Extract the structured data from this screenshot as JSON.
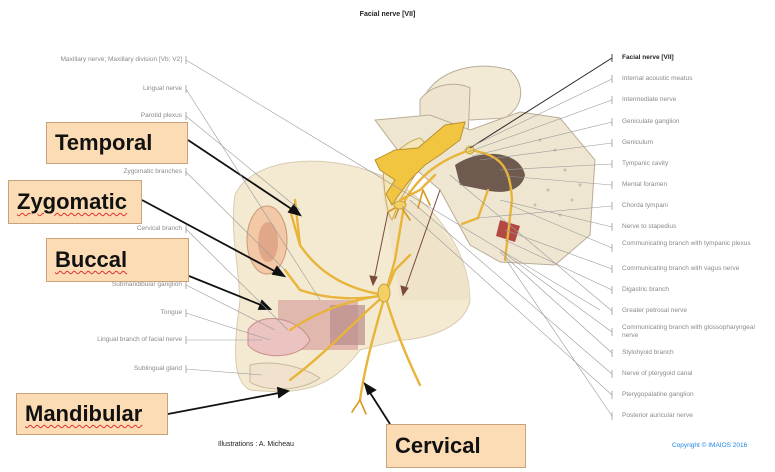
{
  "title": "Facial nerve [VII]",
  "left_labels": [
    "Maxillary nerve; Maxillary division [Vb; V2]",
    "Lingual nerve",
    "Parotid plexus",
    "Zygomatic branches",
    "Cervical branch",
    "Submandibular ganglion",
    "Tongue",
    "Lingual branch of facial nerve",
    "Sublingual gland"
  ],
  "right_labels": [
    "Facial nerve [VII]",
    "Internal acoustic meatus",
    "Intermediate nerve",
    "Geniculate ganglion",
    "Geniculum",
    "Tympanic cavity",
    "Mental foramen",
    "Chorda tympani",
    "Nerve to stapedius",
    "Communicating branch with tympanic plexus",
    "Communicating branch with vagus nerve",
    "Digastric branch",
    "Greater petrosal nerve",
    "Communicating branch with glossopharyngeal nerve",
    "Stylohyoid branch",
    "Nerve of pterygoid canal",
    "Pterygopalatine ganglion",
    "Posterior auricular nerve"
  ],
  "callouts": {
    "temporal": "Temporal",
    "zygomatic": "Zygomatic",
    "buccal": "Buccal",
    "mandibular": "Mandibular",
    "cervical": "Cervical"
  },
  "credit": "Illustrations : A. Micheau",
  "copyright": "Copyright © IMAIOS 2016",
  "colors": {
    "nerve": "#e8b43a",
    "callout_fill": "#fbdcb4",
    "copyright": "#1e88e5"
  }
}
